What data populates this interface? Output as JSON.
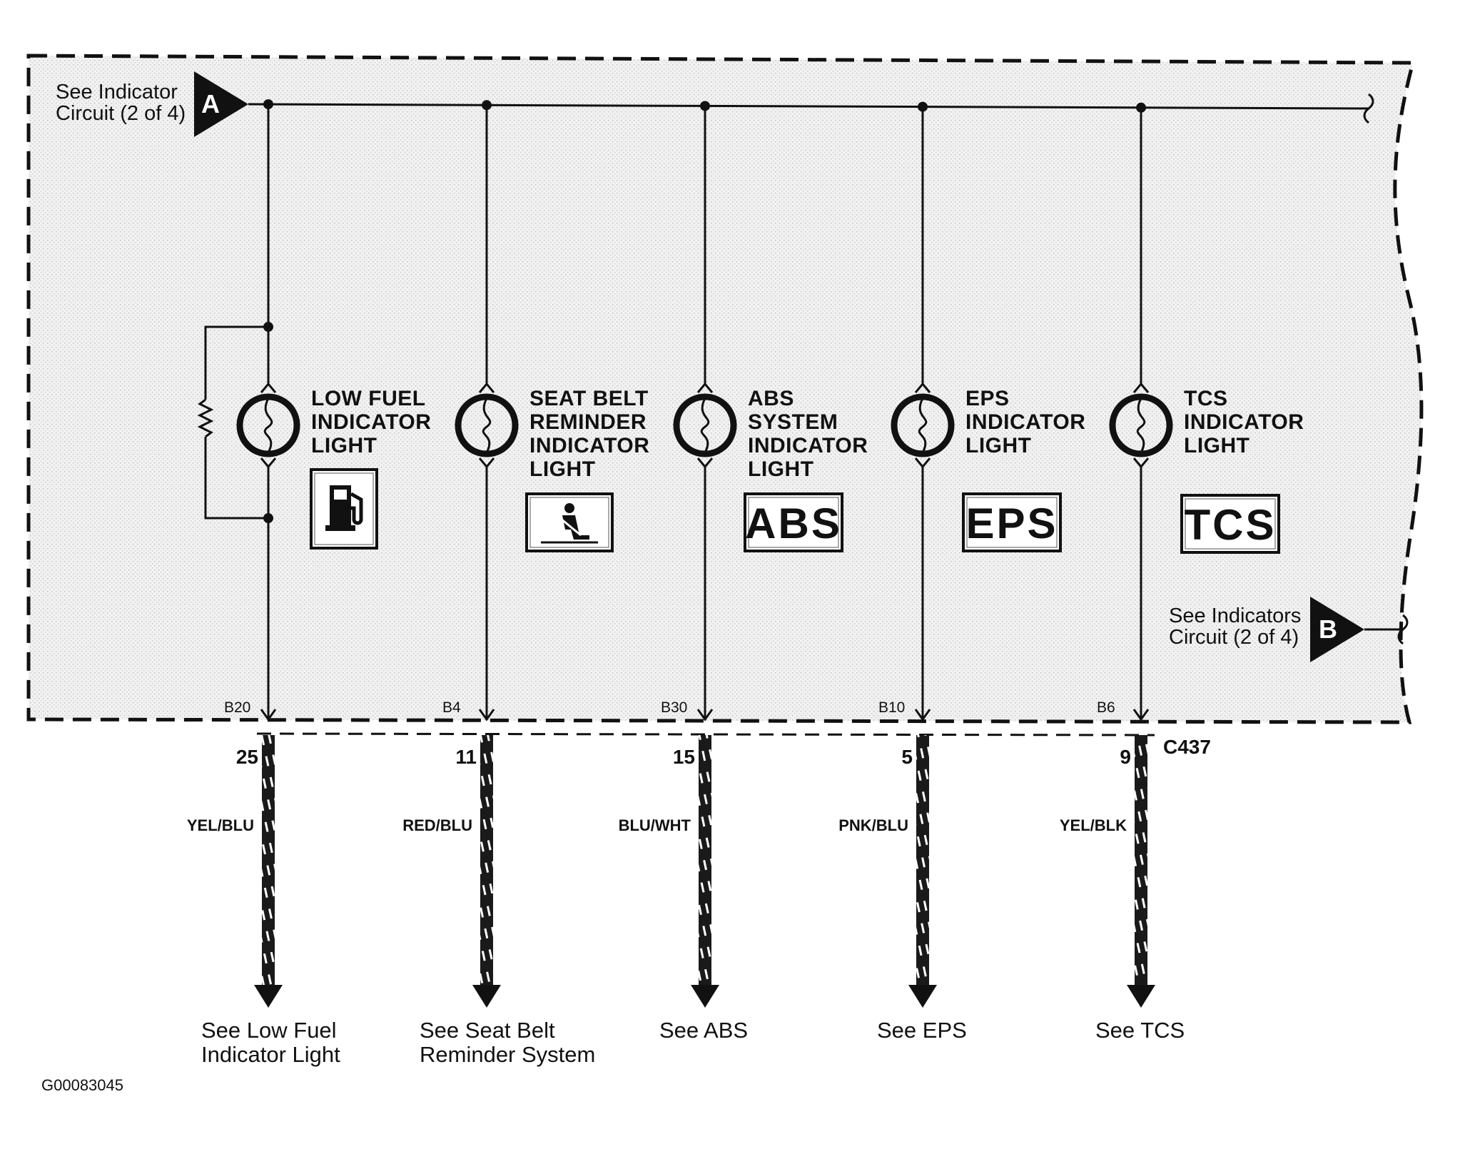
{
  "connectors": {
    "a": {
      "letter": "A",
      "label_line1": "See Indicator",
      "label_line2": "Circuit (2 of 4)"
    },
    "b": {
      "letter": "B",
      "label_line1": "See Indicators",
      "label_line2": "Circuit (2 of 4)"
    }
  },
  "harness_connector": "C437",
  "circuits": [
    {
      "id": "low-fuel",
      "title": [
        "LOW FUEL",
        "INDICATOR",
        "LIGHT"
      ],
      "icon": "fuel-pump-icon",
      "badge_text": "",
      "pin": "B20",
      "cavity": "25",
      "wire": "YEL/BLU",
      "see": [
        "See Low Fuel",
        "Indicator Light"
      ]
    },
    {
      "id": "seat-belt",
      "title": [
        "SEAT BELT",
        "REMINDER",
        "INDICATOR",
        "LIGHT"
      ],
      "icon": "seat-belt-icon",
      "badge_text": "",
      "pin": "B4",
      "cavity": "11",
      "wire": "RED/BLU",
      "see": [
        "See Seat Belt",
        "Reminder System"
      ]
    },
    {
      "id": "abs",
      "title": [
        "ABS",
        "SYSTEM",
        "INDICATOR",
        "LIGHT"
      ],
      "icon": "abs-text-icon",
      "badge_text": "ABS",
      "pin": "B30",
      "cavity": "15",
      "wire": "BLU/WHT",
      "see": [
        "See ABS"
      ]
    },
    {
      "id": "eps",
      "title": [
        "EPS",
        "INDICATOR",
        "LIGHT"
      ],
      "icon": "eps-text-icon",
      "badge_text": "EPS",
      "pin": "B10",
      "cavity": "5",
      "wire": "PNK/BLU",
      "see": [
        "See EPS"
      ]
    },
    {
      "id": "tcs",
      "title": [
        "TCS",
        "INDICATOR",
        "LIGHT"
      ],
      "icon": "tcs-text-icon",
      "badge_text": "TCS",
      "pin": "B6",
      "cavity": "9",
      "wire": "YEL/BLK",
      "see": [
        "See TCS"
      ]
    }
  ],
  "figure_id": "G00083045"
}
